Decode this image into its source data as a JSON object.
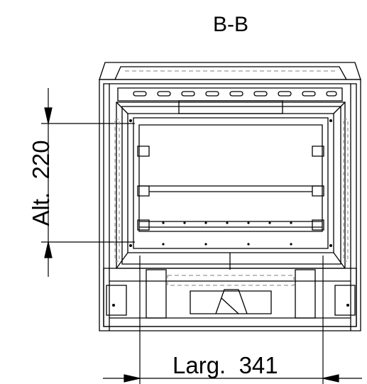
{
  "section": {
    "label": "B-B"
  },
  "dimensions": {
    "width": {
      "label": "Larg.",
      "value": "341"
    },
    "height": {
      "label": "Alt.",
      "value": "220"
    }
  },
  "colors": {
    "line": "#000000",
    "hidden": "#9a9a9a",
    "background": "#ffffff"
  }
}
